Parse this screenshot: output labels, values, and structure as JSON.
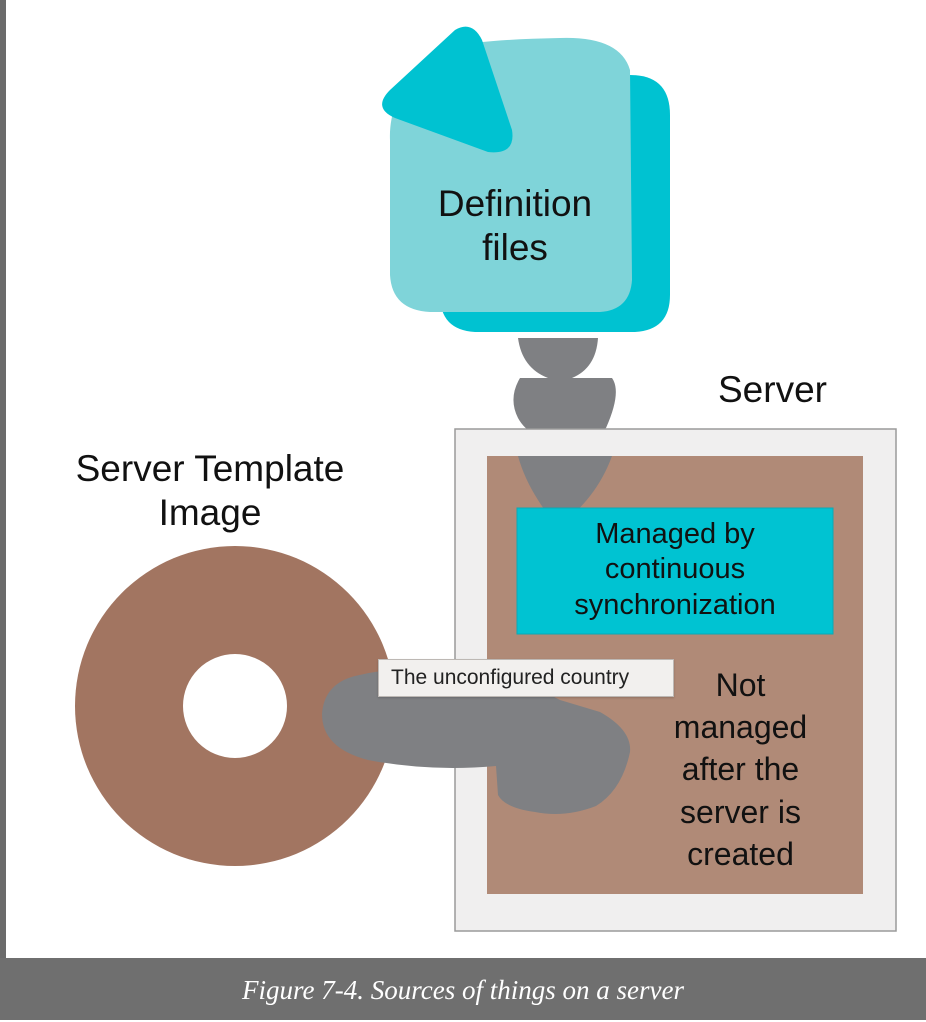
{
  "diagram": {
    "definition_files_label": "Definition\nfiles",
    "server_label": "Server",
    "server_template_label": "Server Template\nImage",
    "managed_label": "Managed by\ncontinuous\nsynchronization",
    "not_managed_label": "Not\nmanaged\nafter the\nserver is\ncreated",
    "tooltip_text": "The unconfigured country"
  },
  "caption": {
    "text": "Figure 7-4. Sources of things on a server"
  },
  "colors": {
    "teal_back": "#00c2d1",
    "teal_front": "#7fd4d9",
    "teal_box": "#00c3d2",
    "server_fill": "#b08a77",
    "server_frame": "#f0efef",
    "disc": "#a27561",
    "arrow": "#7f8083",
    "caption_bar": "#6f6f6f"
  }
}
